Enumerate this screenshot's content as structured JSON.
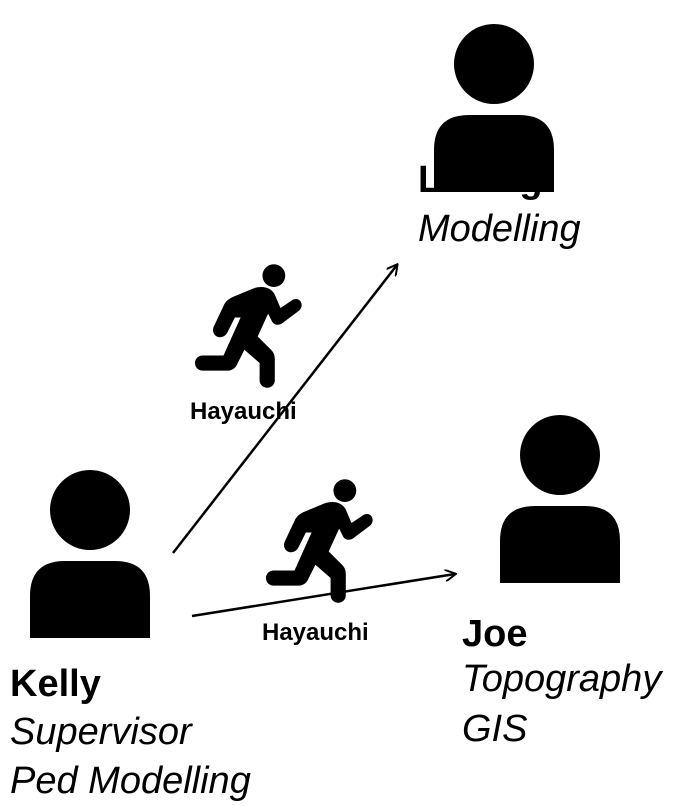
{
  "colors": {
    "ink": "#000000",
    "background": "#ffffff"
  },
  "people": {
    "liming": {
      "icon": "person-icon",
      "name": "Liming",
      "roles": [
        "Modelling"
      ]
    },
    "kelly": {
      "icon": "person-icon",
      "name": "Kelly",
      "roles": [
        "Supervisor",
        "Ped Modelling"
      ]
    },
    "joe": {
      "icon": "person-icon",
      "name": "Joe",
      "roles": [
        "Topography",
        "GIS"
      ]
    }
  },
  "transfers": [
    {
      "from": "Kelly",
      "to": "Liming",
      "icon": "runner-icon",
      "label": "Hayauchi"
    },
    {
      "from": "Kelly",
      "to": "Joe",
      "icon": "runner-icon",
      "label": "Hayauchi"
    }
  ]
}
